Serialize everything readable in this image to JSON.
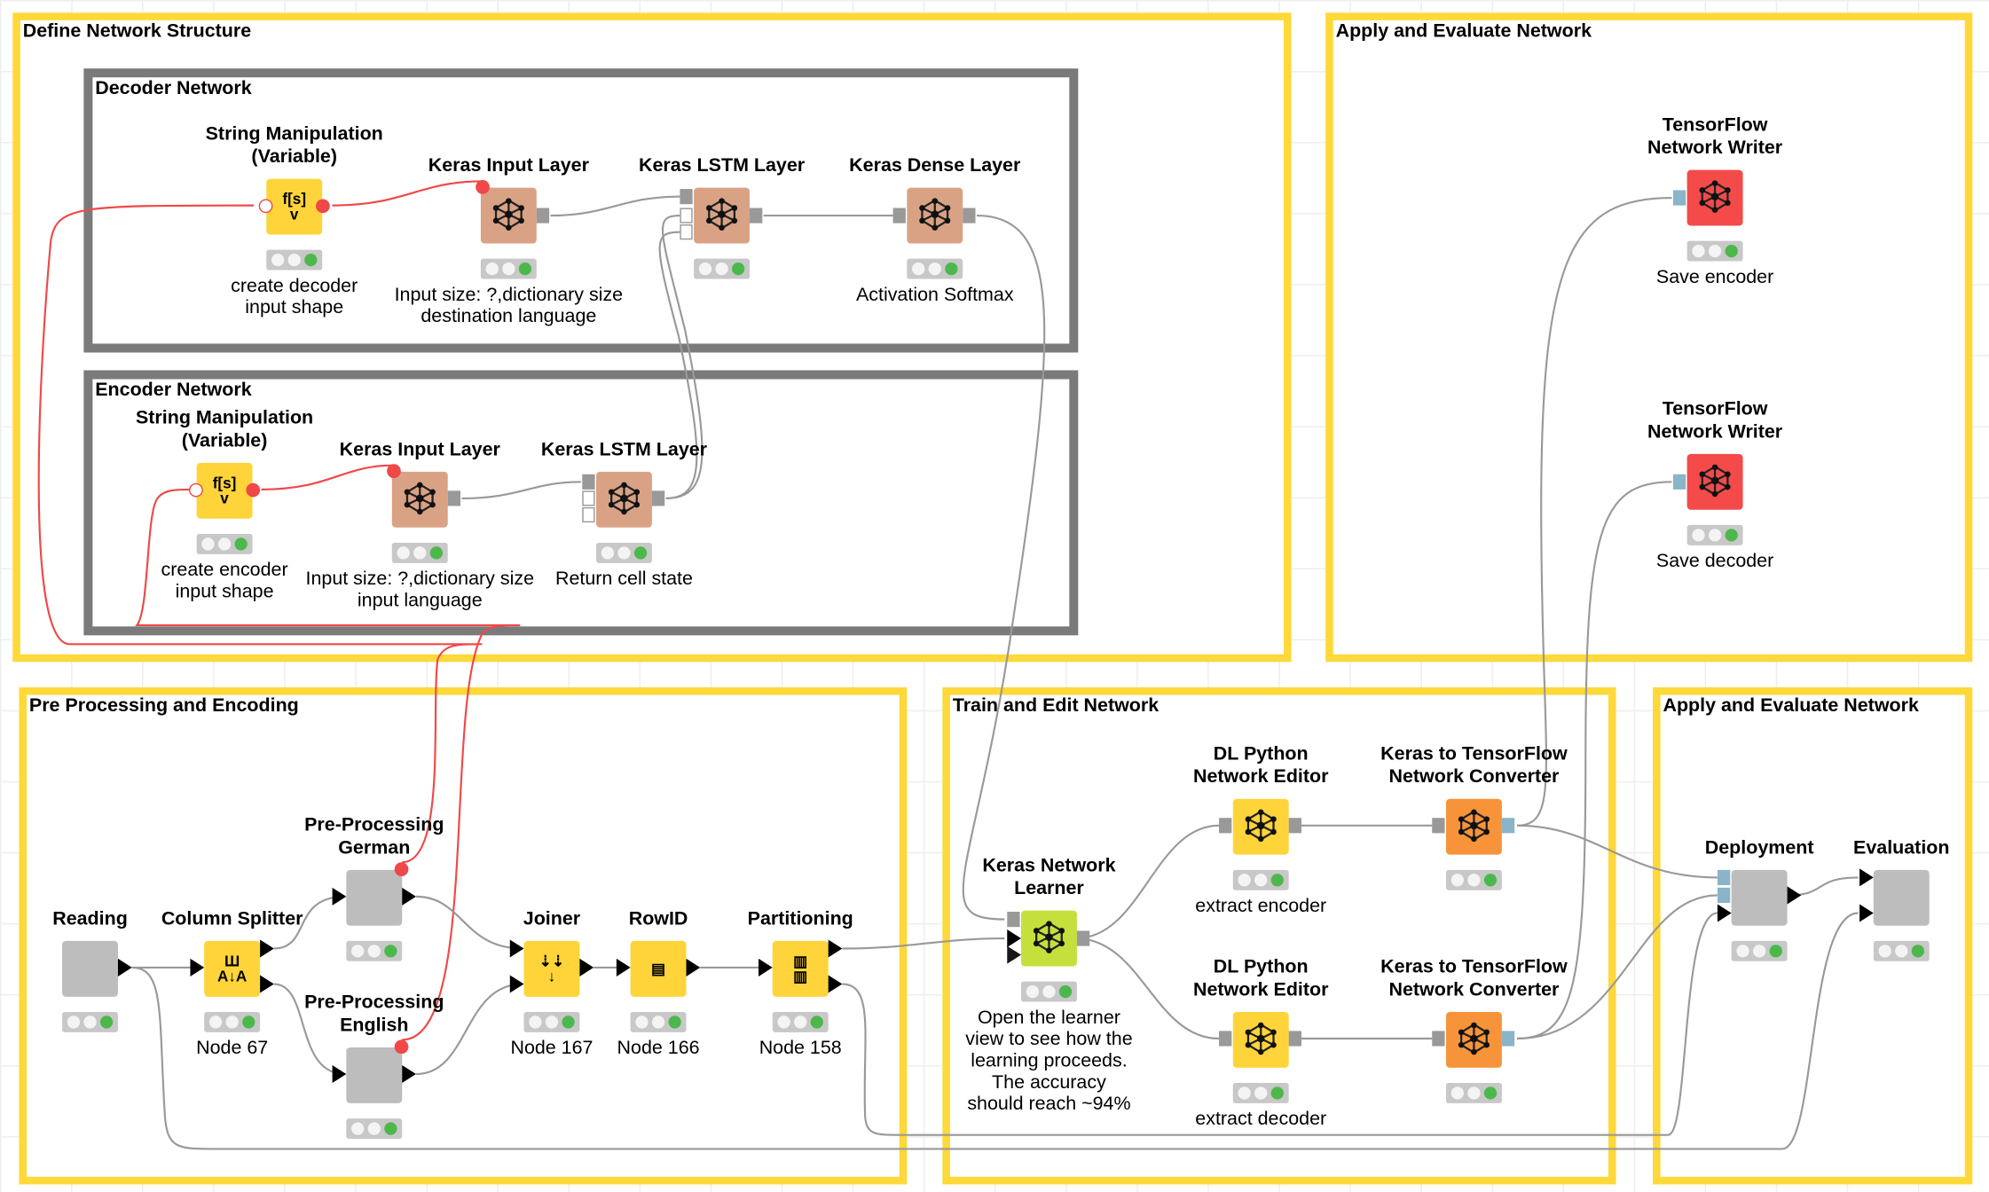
{
  "annotations": [
    {
      "id": "define",
      "title": "Define Network Structure"
    },
    {
      "id": "decoder",
      "title": "Decoder Network"
    },
    {
      "id": "encoder",
      "title": "Encoder Network"
    },
    {
      "id": "apply_top",
      "title": "Apply and Evaluate Network"
    },
    {
      "id": "pre",
      "title": "Pre Processing and Encoding"
    },
    {
      "id": "train",
      "title": "Train and Edit  Network"
    },
    {
      "id": "apply_bottom",
      "title": "Apply and Evaluate Network"
    }
  ],
  "colors": {
    "annotation": "#ffd83a",
    "keras_layer": "#d9a285",
    "string_manip": "#ffd43a",
    "metanode": "#bdbdbd",
    "learner": "#c5e03c",
    "converter": "#f7943a",
    "writer": "#f44a4a",
    "status_on": "#4cb84c",
    "flow_variable": "#f04848"
  },
  "nodes": [
    {
      "id": "dec_strman",
      "title": "String Manipulation\n(Variable)",
      "caption": "create decoder\ninput shape",
      "color": "#ffd43a",
      "icon": "string-manipulation-icon",
      "glyph": "f[s]\nv"
    },
    {
      "id": "dec_input",
      "title": "Keras Input Layer",
      "caption": "Input size: ?,dictionary size\ndestination language",
      "color": "#d9a285",
      "icon": "network-icon"
    },
    {
      "id": "dec_lstm",
      "title": "Keras LSTM Layer",
      "caption": "",
      "color": "#d9a285",
      "icon": "network-icon"
    },
    {
      "id": "dec_dense",
      "title": "Keras Dense Layer",
      "caption": "Activation Softmax",
      "color": "#d9a285",
      "icon": "network-icon"
    },
    {
      "id": "enc_strman",
      "title": "String Manipulation\n(Variable)",
      "caption": "create encoder\ninput shape",
      "color": "#ffd43a",
      "icon": "string-manipulation-icon",
      "glyph": "f[s]\nv"
    },
    {
      "id": "enc_input",
      "title": "Keras Input Layer",
      "caption": "Input size: ?,dictionary size\ninput language",
      "color": "#d9a285",
      "icon": "network-icon"
    },
    {
      "id": "enc_lstm",
      "title": "Keras LSTM Layer",
      "caption": "Return cell state",
      "color": "#d9a285",
      "icon": "network-icon"
    },
    {
      "id": "tf_writer_1",
      "title": "TensorFlow\nNetwork Writer",
      "caption": "Save encoder",
      "color": "#f44a4a",
      "icon": "network-icon"
    },
    {
      "id": "tf_writer_2",
      "title": "TensorFlow\nNetwork Writer",
      "caption": "Save decoder",
      "color": "#f44a4a",
      "icon": "network-icon"
    },
    {
      "id": "reading",
      "title": "Reading",
      "caption": "",
      "color": "#bdbdbd",
      "icon": ""
    },
    {
      "id": "col_splitter",
      "title": "Column Splitter",
      "caption": "Node 67",
      "color": "#ffd43a",
      "icon": "column-splitter-icon",
      "glyph": "Ш\nA↓A"
    },
    {
      "id": "pp_german",
      "title": "Pre-Processing\nGerman",
      "caption": "",
      "color": "#bdbdbd",
      "icon": ""
    },
    {
      "id": "pp_english",
      "title": "Pre-Processing\nEnglish",
      "caption": "",
      "color": "#bdbdbd",
      "icon": ""
    },
    {
      "id": "joiner",
      "title": "Joiner",
      "caption": "Node 167",
      "color": "#ffd43a",
      "icon": "joiner-icon",
      "glyph": "⇣⇣\n↓"
    },
    {
      "id": "rowid",
      "title": "RowID",
      "caption": "Node 166",
      "color": "#ffd43a",
      "icon": "rowid-icon",
      "glyph": "▤"
    },
    {
      "id": "partitioning",
      "title": "Partitioning",
      "caption": "Node 158",
      "color": "#ffd43a",
      "icon": "partitioning-icon",
      "glyph": "▥\n▥"
    },
    {
      "id": "learner",
      "title": "Keras Network\nLearner",
      "caption": "Open the learner\nview to see how the\nlearning proceeds.\nThe accuracy\nshould reach ~94%",
      "color": "#c5e03c",
      "icon": "network-icon"
    },
    {
      "id": "dlpy_1",
      "title": "DL Python\nNetwork Editor",
      "caption": "extract encoder",
      "color": "#ffd43a",
      "icon": "network-icon"
    },
    {
      "id": "k2tf_1",
      "title": "Keras to TensorFlow\nNetwork Converter",
      "caption": "",
      "color": "#f7943a",
      "icon": "network-icon"
    },
    {
      "id": "dlpy_2",
      "title": "DL Python\nNetwork Editor",
      "caption": "extract decoder",
      "color": "#ffd43a",
      "icon": "network-icon"
    },
    {
      "id": "k2tf_2",
      "title": "Keras to TensorFlow\nNetwork Converter",
      "caption": "",
      "color": "#f7943a",
      "icon": "network-icon"
    },
    {
      "id": "deployment",
      "title": "Deployment",
      "caption": "",
      "color": "#bdbdbd",
      "icon": ""
    },
    {
      "id": "evaluation",
      "title": "Evaluation",
      "caption": "",
      "color": "#bdbdbd",
      "icon": ""
    }
  ]
}
